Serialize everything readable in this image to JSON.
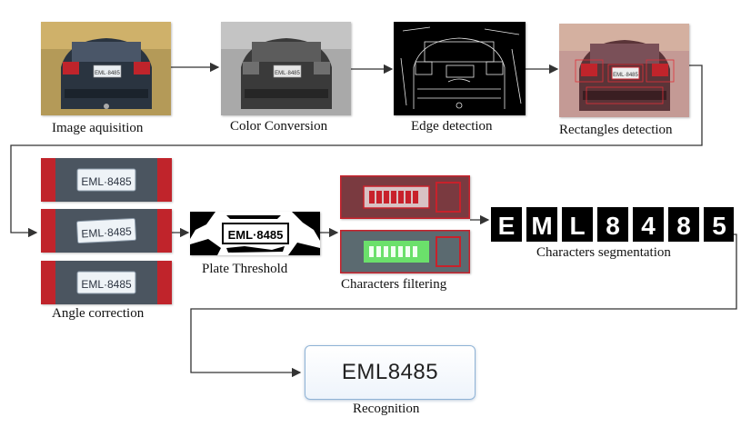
{
  "stages": {
    "acquisition": "Image aquisition",
    "color_conversion": "Color Conversion",
    "edge_detection": "Edge detection",
    "rectangles_detection": "Rectangles detection",
    "angle_correction": "Angle correction",
    "plate_threshold": "Plate Threshold",
    "characters_filtering": "Characters filtering",
    "characters_segmentation": "Characters segmentation",
    "recognition": "Recognition"
  },
  "plate_text": "EML·8485",
  "threshold_plate_text": "EML·8485",
  "segmented_characters": [
    "E",
    "M",
    "L",
    "8",
    "4",
    "8",
    "5"
  ],
  "recognition_result": "EML8485",
  "colors": {
    "arrow": "#333333",
    "car_body": "#2a3440",
    "tail_light_red": "#c0242b",
    "filter_red": "#c8212b",
    "filter_green": "#6be06b",
    "result_border": "#8fb3d6"
  }
}
